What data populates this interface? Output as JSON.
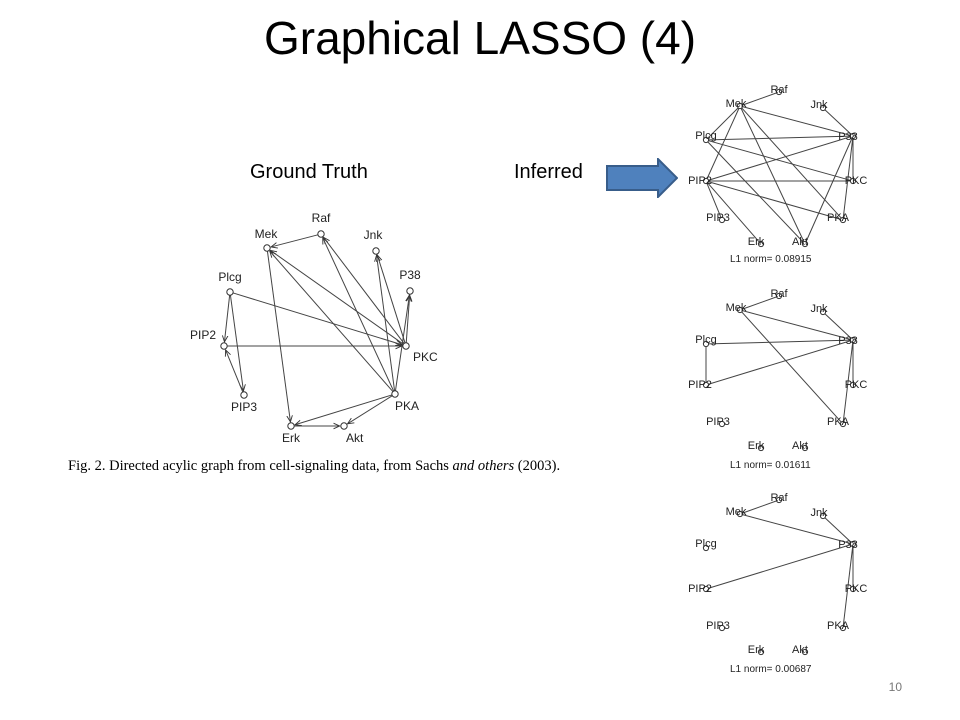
{
  "slide": {
    "title": "Graphical LASSO (4)",
    "page_number": "10"
  },
  "labels": {
    "ground_truth": "Ground Truth",
    "inferred": "Inferred"
  },
  "figure_caption": {
    "prefix": "Fig. 2. Directed acylic graph from cell-signaling data, from Sachs ",
    "italic": "and others",
    "suffix": " (2003)."
  },
  "colors": {
    "arrow_fill": "#4F81BD",
    "arrow_stroke": "#385D8A"
  },
  "nodes": [
    "Raf",
    "Mek",
    "Jnk",
    "Plcg",
    "P38",
    "PIP2",
    "PKC",
    "PIP3",
    "PKA",
    "Erk",
    "Akt"
  ],
  "ground_truth_graph": {
    "directed": true,
    "edges": [
      [
        "Raf",
        "Mek"
      ],
      [
        "PKC",
        "Raf"
      ],
      [
        "PKC",
        "Mek"
      ],
      [
        "PKC",
        "Jnk"
      ],
      [
        "PKC",
        "P38"
      ],
      [
        "PKA",
        "Raf"
      ],
      [
        "PKA",
        "Mek"
      ],
      [
        "PKA",
        "Jnk"
      ],
      [
        "PKA",
        "P38"
      ],
      [
        "PKA",
        "Erk"
      ],
      [
        "PKA",
        "Akt"
      ],
      [
        "Mek",
        "Erk"
      ],
      [
        "Erk",
        "Akt"
      ],
      [
        "Plcg",
        "PIP2"
      ],
      [
        "Plcg",
        "PIP3"
      ],
      [
        "PIP3",
        "PIP2"
      ],
      [
        "PIP2",
        "PKC"
      ],
      [
        "Plcg",
        "PKC"
      ]
    ]
  },
  "inferred_graphs": [
    {
      "l1_norm": "L1 norm= 0.08915",
      "edges": [
        [
          "Raf",
          "Mek"
        ],
        [
          "Mek",
          "Plcg"
        ],
        [
          "Mek",
          "P38"
        ],
        [
          "Mek",
          "PIP2"
        ],
        [
          "Mek",
          "PKA"
        ],
        [
          "Mek",
          "Akt"
        ],
        [
          "Jnk",
          "P38"
        ],
        [
          "Plcg",
          "P38"
        ],
        [
          "Plcg",
          "PKC"
        ],
        [
          "Plcg",
          "Akt"
        ],
        [
          "PIP2",
          "P38"
        ],
        [
          "PIP2",
          "PKC"
        ],
        [
          "PIP2",
          "PIP3"
        ],
        [
          "PIP2",
          "Erk"
        ],
        [
          "PIP2",
          "PKA"
        ],
        [
          "P38",
          "PKC"
        ],
        [
          "P38",
          "PKA"
        ],
        [
          "P38",
          "Akt"
        ]
      ]
    },
    {
      "l1_norm": "L1 norm= 0.01611",
      "edges": [
        [
          "Raf",
          "Mek"
        ],
        [
          "Mek",
          "P38"
        ],
        [
          "Mek",
          "PKA"
        ],
        [
          "Jnk",
          "P38"
        ],
        [
          "Plcg",
          "P38"
        ],
        [
          "Plcg",
          "PIP2"
        ],
        [
          "PIP2",
          "P38"
        ],
        [
          "P38",
          "PKC"
        ],
        [
          "P38",
          "PKA"
        ]
      ]
    },
    {
      "l1_norm": "L1 norm= 0.00687",
      "edges": [
        [
          "Raf",
          "Mek"
        ],
        [
          "Mek",
          "P38"
        ],
        [
          "Jnk",
          "P38"
        ],
        [
          "PIP2",
          "P38"
        ],
        [
          "P38",
          "PKC"
        ],
        [
          "P38",
          "PKA"
        ]
      ]
    }
  ]
}
